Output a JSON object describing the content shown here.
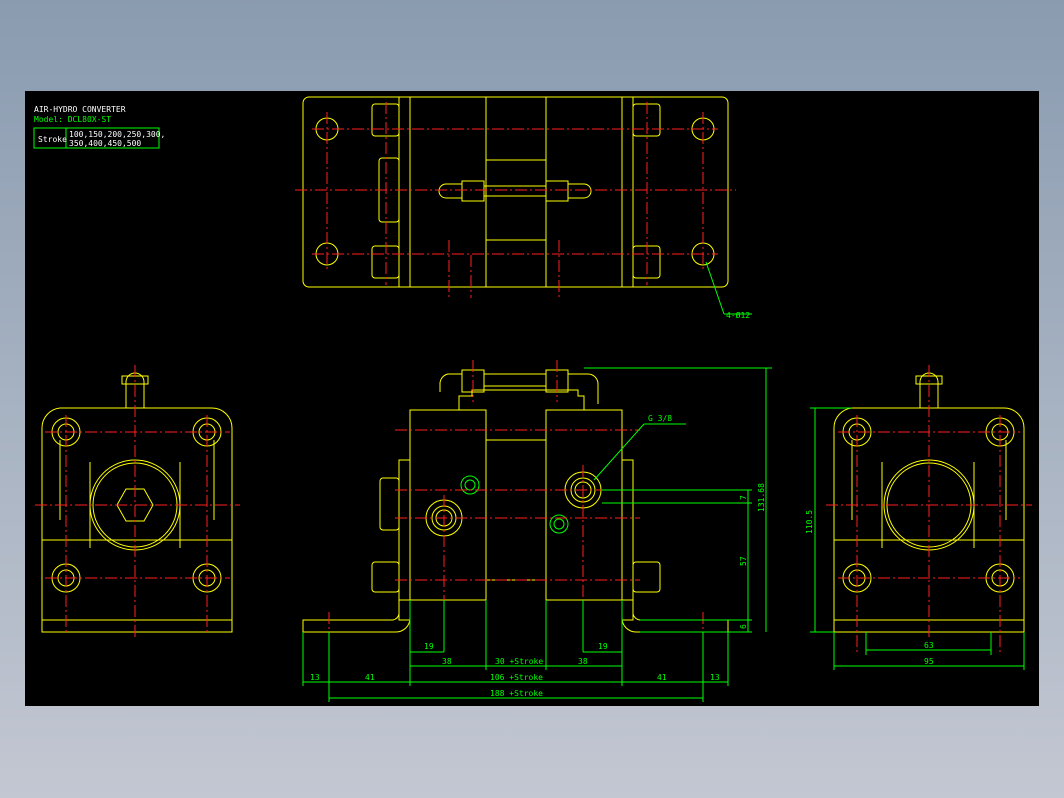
{
  "title_block": {
    "title": "AIR-HYDRO CONVERTER",
    "model_label": "Model: DCL80X-ST",
    "stroke_label": "Stroke",
    "stroke_values_line1": "100,150,200,250,300,",
    "stroke_values_line2": "350,400,450,500"
  },
  "annotations": {
    "hole_callout": "4-Ø12",
    "port_callout": "G 3/8"
  },
  "dimensions": {
    "d_19_left": "19",
    "d_19_right": "19",
    "d_38_left": "38",
    "d_38_right": "38",
    "d_30_stroke": "30 +Stroke",
    "d_13_left": "13",
    "d_13_right": "13",
    "d_41_left": "41",
    "d_41_right": "41",
    "d_106_stroke": "106 +Stroke",
    "d_188_stroke": "188 +Stroke",
    "d_7": "7",
    "d_131_68": "131.68",
    "d_57": "57",
    "d_6": "6",
    "d_110_5": "110.5",
    "d_63": "63",
    "d_95": "95"
  },
  "colors": {
    "background": "#000000",
    "outline": "#ffff00",
    "centerline": "#ff2020",
    "dimension": "#00ff00",
    "text": "#ffffff",
    "hidden": "#00ffff"
  }
}
